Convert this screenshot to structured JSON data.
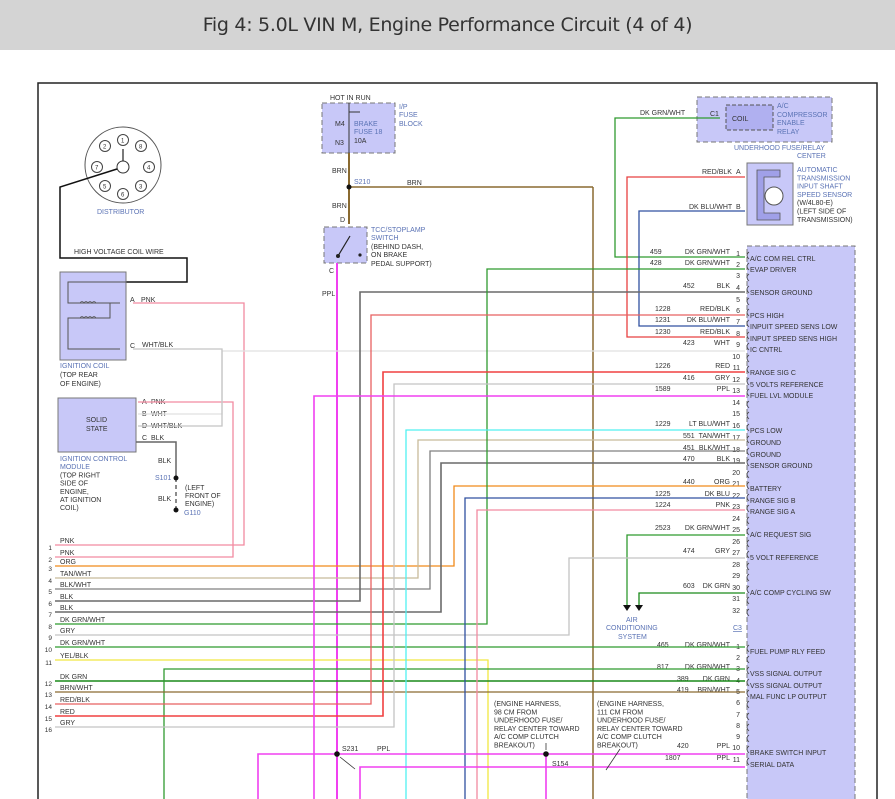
{
  "title": "Fig 4: 5.0L VIN M, Engine Performance Circuit (4 of 4)",
  "distributor": {
    "label": "DISTRIBUTOR",
    "terminals": [
      "1",
      "2",
      "8",
      "7",
      "4",
      "5",
      "3",
      "6"
    ]
  },
  "coil_wire_label": "HIGH VOLTAGE COIL WIRE",
  "ignition_coil": {
    "label1": "IGNITION COIL",
    "label2": "(TOP REAR",
    "label3": "OF ENGINE)",
    "pinA": "A",
    "pinA_color": "PNK",
    "pinC": "C",
    "pinC_color": "WHT/BLK"
  },
  "icm": {
    "box1": "SOLID",
    "box2": "STATE",
    "labels": [
      "IGNITION CONTROL",
      "MODULE",
      "(TOP RIGHT",
      "SIDE OF",
      "ENGINE,",
      "AT IGNITION",
      "COIL)"
    ],
    "pins": [
      {
        "pin": "A",
        "color": "PNK"
      },
      {
        "pin": "B",
        "color": "WHT"
      },
      {
        "pin": "D",
        "color": "WHT/BLK"
      },
      {
        "pin": "C",
        "color": "BLK"
      }
    ],
    "ground_wire1": "BLK",
    "splice": "S101",
    "ground_wire2": "BLK",
    "ground": "G110",
    "ground_loc": [
      "(LEFT",
      "FRONT OF",
      "ENGINE)"
    ]
  },
  "fuse_block": {
    "hot": "HOT IN RUN",
    "m4": "M4",
    "n3": "N3",
    "fuse1": "BRAKE",
    "fuse2": "FUSE 18",
    "amp": "10A",
    "name": [
      "I/P",
      "FUSE",
      "BLOCK"
    ]
  },
  "brake_wiring": {
    "brn1": "BRN",
    "splice": "S210",
    "brn_h": "BRN",
    "brn2": "BRN",
    "pinD": "D",
    "pinC": "C",
    "ppl": "PPL"
  },
  "tcc_switch": {
    "lines": [
      "TCC/STOPLAMP",
      "SWITCH",
      "(BEHIND DASH,",
      "ON BRAKE",
      "PEDAL SUPPORT)"
    ]
  },
  "ac_relay": {
    "wire": "DK GRN/WHT",
    "pin": "C1",
    "coil": "COIL",
    "name": [
      "A/C",
      "COMPRESSOR",
      "ENABLE",
      "RELAY"
    ],
    "location": [
      "UNDERHOOD FUSE/RELAY",
      "CENTER"
    ]
  },
  "speed_sensor": {
    "pinA": "A",
    "pinA_color": "RED/BLK",
    "pinB": "B",
    "pinB_color": "DK BLU/WHT",
    "name": [
      "AUTOMATIC",
      "TRANSMISSION",
      "INPUT SHAFT",
      "SPEED SENSOR",
      "(W/4L80-E)",
      "(LEFT SIDE OF",
      "TRANSMISSION)"
    ]
  },
  "pcm_pins": [
    {
      "pin": "1",
      "circuit": "459",
      "color": "DK GRN/WHT",
      "func": "A/C COM REL CTRL"
    },
    {
      "pin": "2",
      "circuit": "428",
      "color": "DK GRN/WHT",
      "func": "EVAP DRIVER"
    },
    {
      "pin": "3",
      "circuit": "",
      "color": "",
      "func": ""
    },
    {
      "pin": "4",
      "circuit": "452",
      "color": "BLK",
      "func": "SENSOR GROUND"
    },
    {
      "pin": "5",
      "circuit": "",
      "color": "",
      "func": ""
    },
    {
      "pin": "6",
      "circuit": "1228",
      "color": "RED/BLK",
      "func": "PCS HIGH"
    },
    {
      "pin": "7",
      "circuit": "1231",
      "color": "DK BLU/WHT",
      "func": "INPUIT SPEED SENS LOW"
    },
    {
      "pin": "8",
      "circuit": "1230",
      "color": "RED/BLK",
      "func": "INPUT SPEED SENS HIGH"
    },
    {
      "pin": "9",
      "circuit": "423",
      "color": "WHT",
      "func": "IC CNTRL"
    },
    {
      "pin": "10",
      "circuit": "",
      "color": "",
      "func": ""
    },
    {
      "pin": "11",
      "circuit": "1226",
      "color": "RED",
      "func": "RANGE SIG C"
    },
    {
      "pin": "12",
      "circuit": "416",
      "color": "GRY",
      "func": "5 VOLTS REFERENCE"
    },
    {
      "pin": "13",
      "circuit": "1589",
      "color": "PPL",
      "func": "FUEL LVL MODULE"
    },
    {
      "pin": "14",
      "circuit": "",
      "color": "",
      "func": ""
    },
    {
      "pin": "15",
      "circuit": "",
      "color": "",
      "func": ""
    },
    {
      "pin": "16",
      "circuit": "1229",
      "color": "LT BLU/WHT",
      "func": "PCS LOW"
    },
    {
      "pin": "17",
      "circuit": "551",
      "color": "TAN/WHT",
      "func": "GROUND"
    },
    {
      "pin": "18",
      "circuit": "451",
      "color": "BLK/WHT",
      "func": "GROUND"
    },
    {
      "pin": "19",
      "circuit": "470",
      "color": "BLK",
      "func": "SENSOR GROUND"
    },
    {
      "pin": "20",
      "circuit": "",
      "color": "",
      "func": ""
    },
    {
      "pin": "21",
      "circuit": "440",
      "color": "ORG",
      "func": "BATTERY"
    },
    {
      "pin": "22",
      "circuit": "1225",
      "color": "DK BLU",
      "func": "RANGE SIG B"
    },
    {
      "pin": "23",
      "circuit": "1224",
      "color": "PNK",
      "func": "RANGE SIG A"
    },
    {
      "pin": "24",
      "circuit": "",
      "color": "",
      "func": ""
    },
    {
      "pin": "25",
      "circuit": "2523",
      "color": "DK GRN/WHT",
      "func": "A/C REQUEST SIG"
    },
    {
      "pin": "26",
      "circuit": "",
      "color": "",
      "func": ""
    },
    {
      "pin": "27",
      "circuit": "474",
      "color": "GRY",
      "func": "5 VOLT REFERENCE"
    },
    {
      "pin": "28",
      "circuit": "",
      "color": "",
      "func": ""
    },
    {
      "pin": "29",
      "circuit": "",
      "color": "",
      "func": ""
    },
    {
      "pin": "30",
      "circuit": "603",
      "color": "DK GRN",
      "func": "A/C COMP CYCLING SW"
    },
    {
      "pin": "31",
      "circuit": "",
      "color": "",
      "func": ""
    },
    {
      "pin": "32",
      "circuit": "",
      "color": "",
      "func": ""
    }
  ],
  "c3_label": "C3",
  "pcm_c3_pins": [
    {
      "pin": "1",
      "circuit": "465",
      "color": "DK GRN/WHT",
      "func": "FUEL PUMP RLY FEED"
    },
    {
      "pin": "2",
      "circuit": "",
      "color": "",
      "func": ""
    },
    {
      "pin": "3",
      "circuit": "817",
      "color": "DK GRN/WHT",
      "func": "VSS SIGNAL OUTPUT"
    },
    {
      "pin": "4",
      "circuit": "389",
      "color": "DK GRN",
      "func": "VSS SIGNAL OUTPUT"
    },
    {
      "pin": "5",
      "circuit": "419",
      "color": "BRN/WHT",
      "func": "MAL FUNC LP OUTPUT"
    },
    {
      "pin": "6",
      "circuit": "",
      "color": "",
      "func": ""
    },
    {
      "pin": "7",
      "circuit": "",
      "color": "",
      "func": ""
    },
    {
      "pin": "8",
      "circuit": "",
      "color": "",
      "func": ""
    },
    {
      "pin": "9",
      "circuit": "",
      "color": "",
      "func": ""
    },
    {
      "pin": "10",
      "circuit": "420",
      "color": "PPL",
      "func": "BRAKE SWITCH INPUT"
    },
    {
      "pin": "11",
      "circuit": "1807",
      "color": "PPL",
      "func": "SERIAL DATA"
    }
  ],
  "ac_system": [
    "AIR",
    "CONDITIONING",
    "SYSTEM"
  ],
  "left_wires": [
    {
      "num": "1",
      "color": "PNK"
    },
    {
      "num": "2",
      "color": "PNK"
    },
    {
      "num": "3",
      "color": "ORG"
    },
    {
      "num": "4",
      "color": "TAN/WHT"
    },
    {
      "num": "5",
      "color": "BLK/WHT"
    },
    {
      "num": "6",
      "color": "BLK"
    },
    {
      "num": "7",
      "color": "BLK"
    },
    {
      "num": "8",
      "color": "DK GRN/WHT"
    },
    {
      "num": "9",
      "color": "GRY"
    },
    {
      "num": "10",
      "color": "DK GRN/WHT"
    },
    {
      "num": "11",
      "color": "YEL/BLK"
    },
    {
      "num": "12",
      "color": "DK GRN"
    },
    {
      "num": "13",
      "color": "BRN/WHT"
    },
    {
      "num": "14",
      "color": "RED/BLK"
    },
    {
      "num": "15",
      "color": "RED"
    },
    {
      "num": "16",
      "color": "GRY"
    }
  ],
  "splice_s231": {
    "name": "S231",
    "wire": "PPL"
  },
  "splice_s154": {
    "name": "S154"
  },
  "harness_note1": [
    "(ENGINE HARNESS,",
    "98 CM FROM",
    "UNDERHOOD FUSE/",
    "RELAY CENTER TOWARD",
    "A/C COMP CLUTCH",
    "BREAKOUT)"
  ],
  "harness_note2": [
    "(ENGINE HARNESS,",
    "111 CM FROM",
    "UNDERHOOD FUSE/",
    "RELAY CENTER TOWARD",
    "A/C COMP CLUTCH",
    "BREAKOUT)"
  ],
  "wire_colors": {
    "PNK": "#f28aa0",
    "ORG": "#f08a1a",
    "TAN": "#c8bb9a",
    "BLK_WHT": "#808080",
    "BLK": "#6a6a6a",
    "DKGRN": "#1a8a1a",
    "DKGRNWHT": "#2f9a2f",
    "GRY": "#c4c4c4",
    "YEL": "#f0e840",
    "BRN": "#8a6a30",
    "REDBLK": "#e86060",
    "RED": "#f04040",
    "PPL": "#f040f0",
    "LTBLU": "#50f0f0",
    "DKBLU": "#3050a0",
    "WHT": "#e0e0e0",
    "component": "#c8c8f8"
  }
}
